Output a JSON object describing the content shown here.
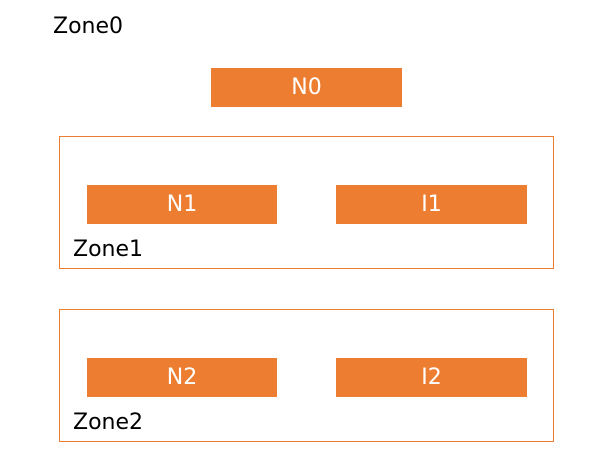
{
  "colors": {
    "node_fill": "#ED7D31",
    "zone_border": "#ED7D31",
    "node_text": "#FFFFFF",
    "label_text": "#000000"
  },
  "zone0": {
    "label": "Zone0",
    "nodes": {
      "n0": "N0"
    }
  },
  "zone1": {
    "label": "Zone1",
    "nodes": {
      "n1": "N1",
      "i1": "I1"
    }
  },
  "zone2": {
    "label": "Zone2",
    "nodes": {
      "n2": "N2",
      "i2": "I2"
    }
  }
}
